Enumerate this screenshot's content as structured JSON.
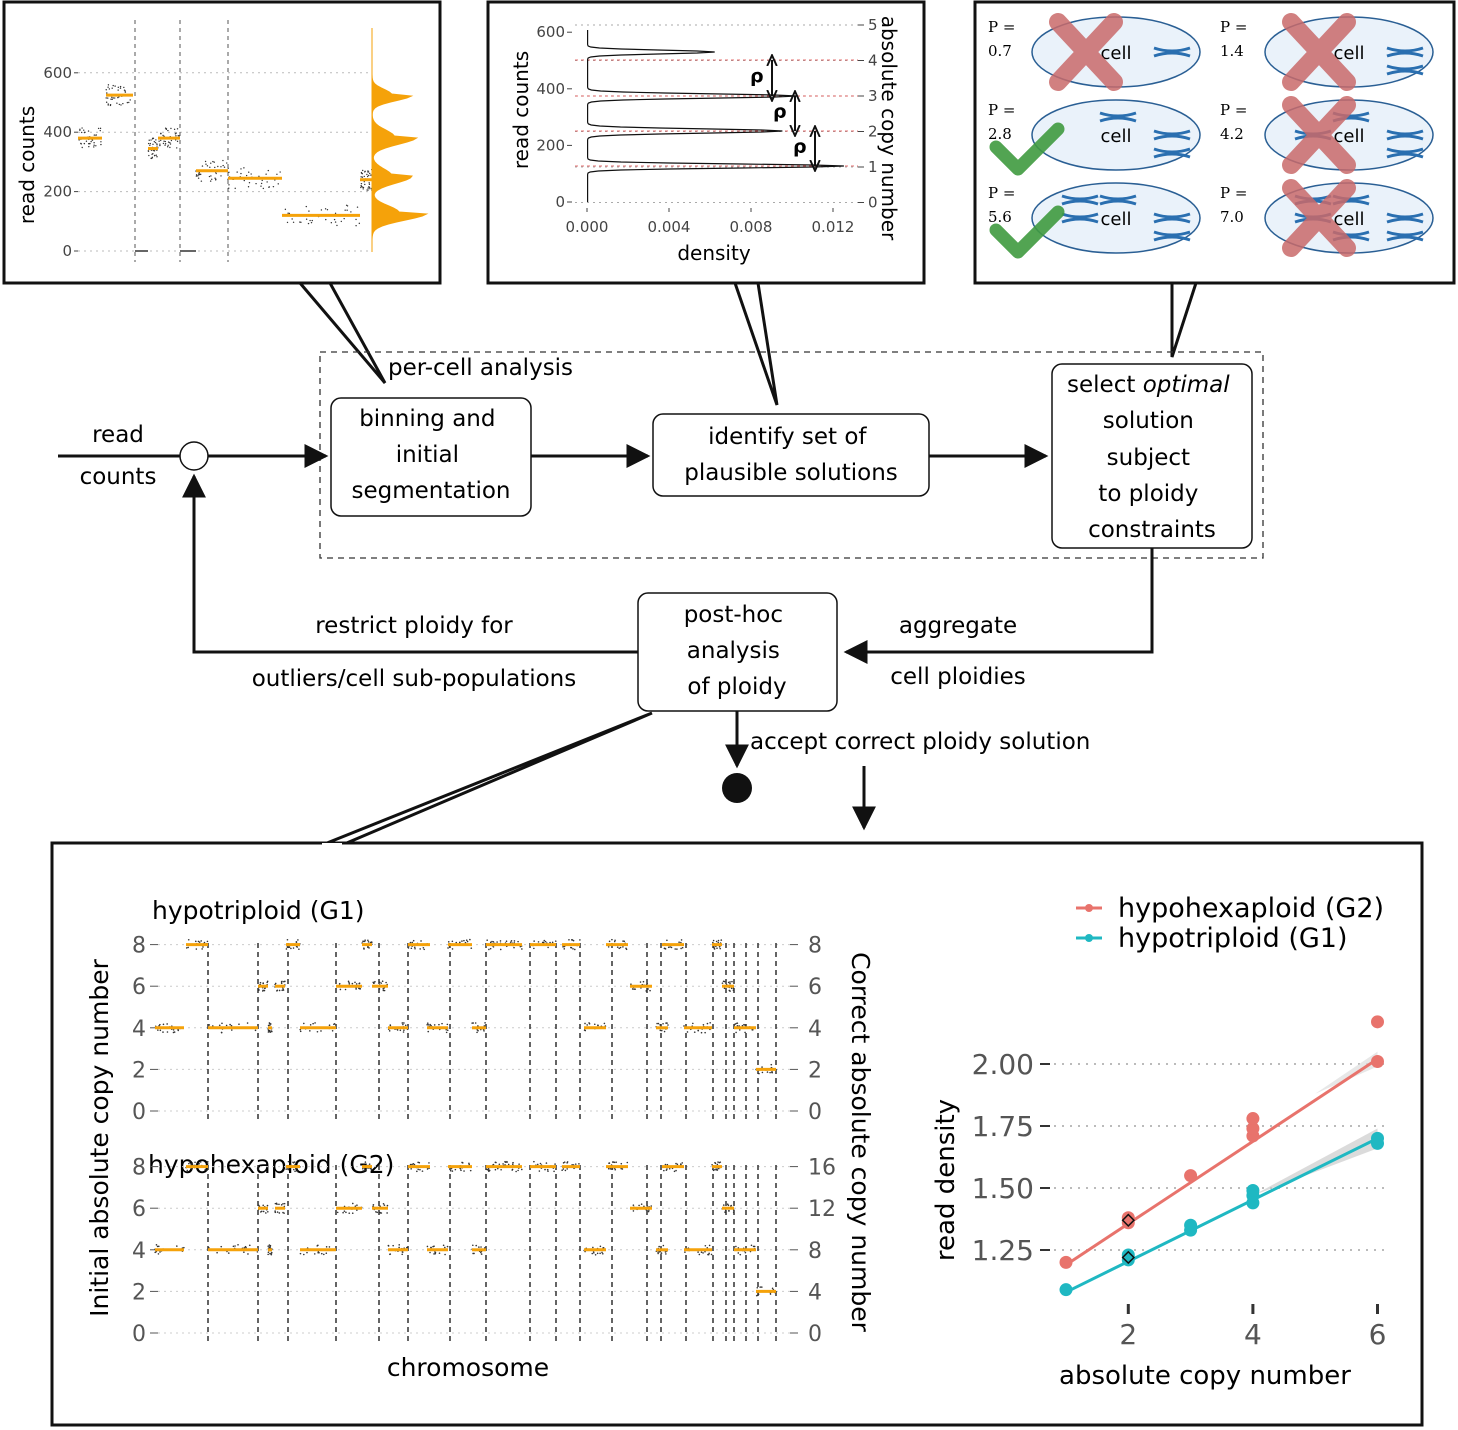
{
  "flow": {
    "input_label_1": "read",
    "input_label_2": "counts",
    "group_label": "per-cell analysis",
    "box_binning": [
      "binning and",
      "initial",
      "segmentation"
    ],
    "box_identify": [
      "identify set of",
      "plausible solutions"
    ],
    "box_select_line1_a": "select ",
    "box_select_line1_b": "optimal",
    "box_select_rest": [
      "solution",
      "subject",
      "to ploidy",
      "constraints"
    ],
    "box_posthoc": [
      "post-hoc",
      "analysis",
      "of ploidy"
    ],
    "aggregate": [
      "aggregate",
      "cell ploidies"
    ],
    "restrict": [
      "restrict ploidy for",
      "outliers/cell sub-populations"
    ],
    "accept": "accept correct ploidy solution"
  },
  "panel_readcounts": {
    "ylabel": "read counts",
    "yticks": [
      "600",
      "400",
      "200",
      "0"
    ]
  },
  "panel_density": {
    "ylabel": "read counts",
    "xlabel": "density",
    "yticks": [
      "600",
      "400",
      "200",
      "0"
    ],
    "xticks": [
      "0.000",
      "0.004",
      "0.008",
      "0.012"
    ],
    "right_label": "absolute copy number",
    "right_ticks": [
      "5",
      "4",
      "3",
      "2",
      "1",
      "0"
    ],
    "rho": "ρ"
  },
  "panel_ploidy": {
    "cells": [
      {
        "p": "P =",
        "v": "0.7",
        "label": "cell",
        "ok": false
      },
      {
        "p": "P =",
        "v": "1.4",
        "label": "cell",
        "ok": false
      },
      {
        "p": "P =",
        "v": "2.8",
        "label": "cell",
        "ok": true
      },
      {
        "p": "P =",
        "v": "4.2",
        "label": "cell",
        "ok": false
      },
      {
        "p": "P =",
        "v": "5.6",
        "label": "cell",
        "ok": true
      },
      {
        "p": "P =",
        "v": "7.0",
        "label": "cell",
        "ok": false
      }
    ]
  },
  "bottom": {
    "title_g1": "hypotriploid (G1)",
    "title_g2": "hypohexaploid (G2)",
    "left_ylabel": "Initial absolute copy number",
    "right_ylabel": "Correct absolute copy number",
    "xlabel": "chromosome",
    "left_ticks_top": [
      "8",
      "6",
      "4",
      "2",
      "0"
    ],
    "right_ticks_top": [
      "8",
      "6",
      "4",
      "2",
      "0"
    ],
    "left_ticks_bottom": [
      "8",
      "6",
      "4",
      "2",
      "0"
    ],
    "right_ticks_bottom": [
      "16",
      "12",
      "8",
      "4",
      "0"
    ]
  },
  "chart_data": {
    "type": "scatter",
    "xlabel": "absolute copy number",
    "ylabel": "read density",
    "xticks": [
      "2",
      "4",
      "6"
    ],
    "yticks": [
      "2.00",
      "1.75",
      "1.50",
      "1.25"
    ],
    "xlim": [
      0.8,
      6.2
    ],
    "ylim": [
      1.08,
      2.2
    ],
    "legend_position": "top-right",
    "series": [
      {
        "name": "hypohexaploid (G2)",
        "color": "#e8736c",
        "points": [
          [
            1,
            1.2
          ],
          [
            2,
            1.36
          ],
          [
            2,
            1.38
          ],
          [
            3,
            1.55
          ],
          [
            4,
            1.71
          ],
          [
            4,
            1.74
          ],
          [
            4,
            1.78
          ],
          [
            6,
            2.01
          ],
          [
            6,
            2.17
          ]
        ],
        "fit": [
          [
            1,
            1.19
          ],
          [
            6,
            2.02
          ]
        ]
      },
      {
        "name": "hypotriploid (G1)",
        "color": "#1fb8c2",
        "points": [
          [
            1,
            1.09
          ],
          [
            2,
            1.21
          ],
          [
            2,
            1.23
          ],
          [
            3,
            1.33
          ],
          [
            3,
            1.35
          ],
          [
            4,
            1.44
          ],
          [
            4,
            1.47
          ],
          [
            4,
            1.49
          ],
          [
            6,
            1.68
          ],
          [
            6,
            1.7
          ]
        ],
        "fit": [
          [
            1,
            1.08
          ],
          [
            6,
            1.7
          ]
        ]
      }
    ]
  }
}
